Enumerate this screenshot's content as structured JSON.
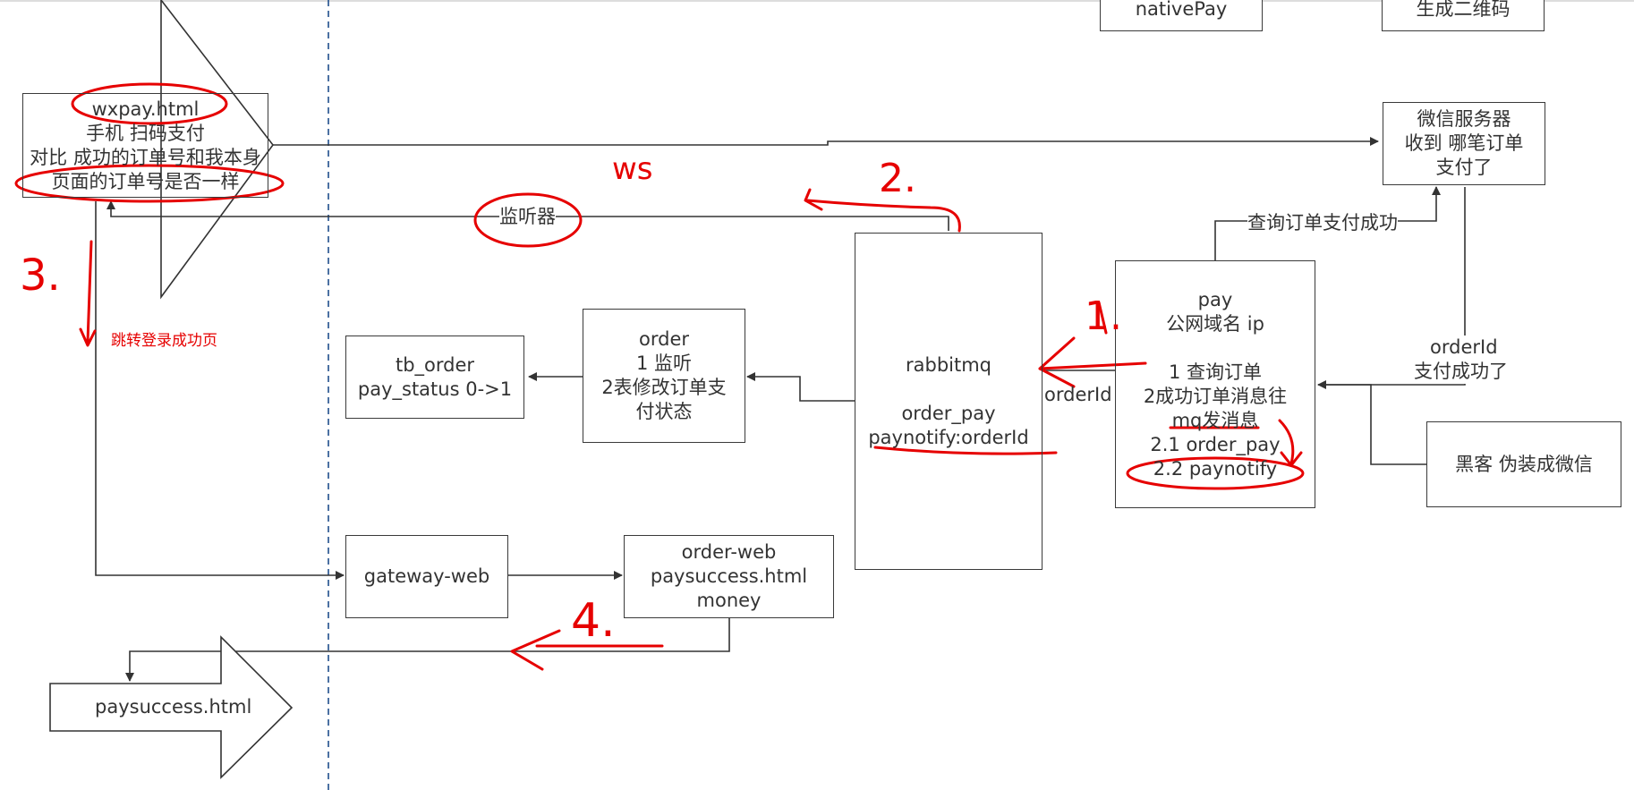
{
  "top_boxes": {
    "native_pay": "nativePay",
    "qrcode": "生成二维码"
  },
  "wxpay": {
    "line1": "wxpay.html",
    "line2": "手机 扫码支付",
    "line3": "对比 成功的订单号和我本身",
    "line4": "页面的订单号是否一样"
  },
  "wechat_server": {
    "line1": "微信服务器",
    "line2": "收到 哪笔订单",
    "line3": "支付了"
  },
  "tb_order": {
    "line1": "tb_order",
    "line2": "pay_status 0->1"
  },
  "order": {
    "line1": "order",
    "line2": "1 监听",
    "line3": "2表修改订单支",
    "line4": "付状态"
  },
  "rabbitmq": {
    "line1": "rabbitmq",
    "line2": "order_pay",
    "line3": "paynotify:orderId"
  },
  "pay": {
    "line1": "pay",
    "line2": "公网域名 ip",
    "line3": "1 查询订单",
    "line4": "2成功订单消息往",
    "line5": "mq发消息",
    "line6": "2.1 order_pay",
    "line7": "2.2 paynotify"
  },
  "hacker": {
    "label": "黑客 伪装成微信"
  },
  "gateway": {
    "label": "gateway-web"
  },
  "order_web": {
    "line1": "order-web",
    "line2": "paysuccess.html",
    "line3": "money"
  },
  "paysuccess": {
    "label": "paysuccess.html"
  },
  "edge_labels": {
    "listener": "监听器",
    "query_success": "查询订单支付成功",
    "orderid_right": "orderId",
    "paid_success": "支付成功了",
    "orderid_mid": "orderId",
    "jump_login": "跳转登录成功页"
  },
  "annotations": {
    "ws": "ws",
    "n1": "1.",
    "n2": "2.",
    "n3": "3.",
    "n4": "4."
  },
  "colors": {
    "annotation": "#e60000",
    "line": "#333333",
    "divider": "#1f4e8c"
  }
}
